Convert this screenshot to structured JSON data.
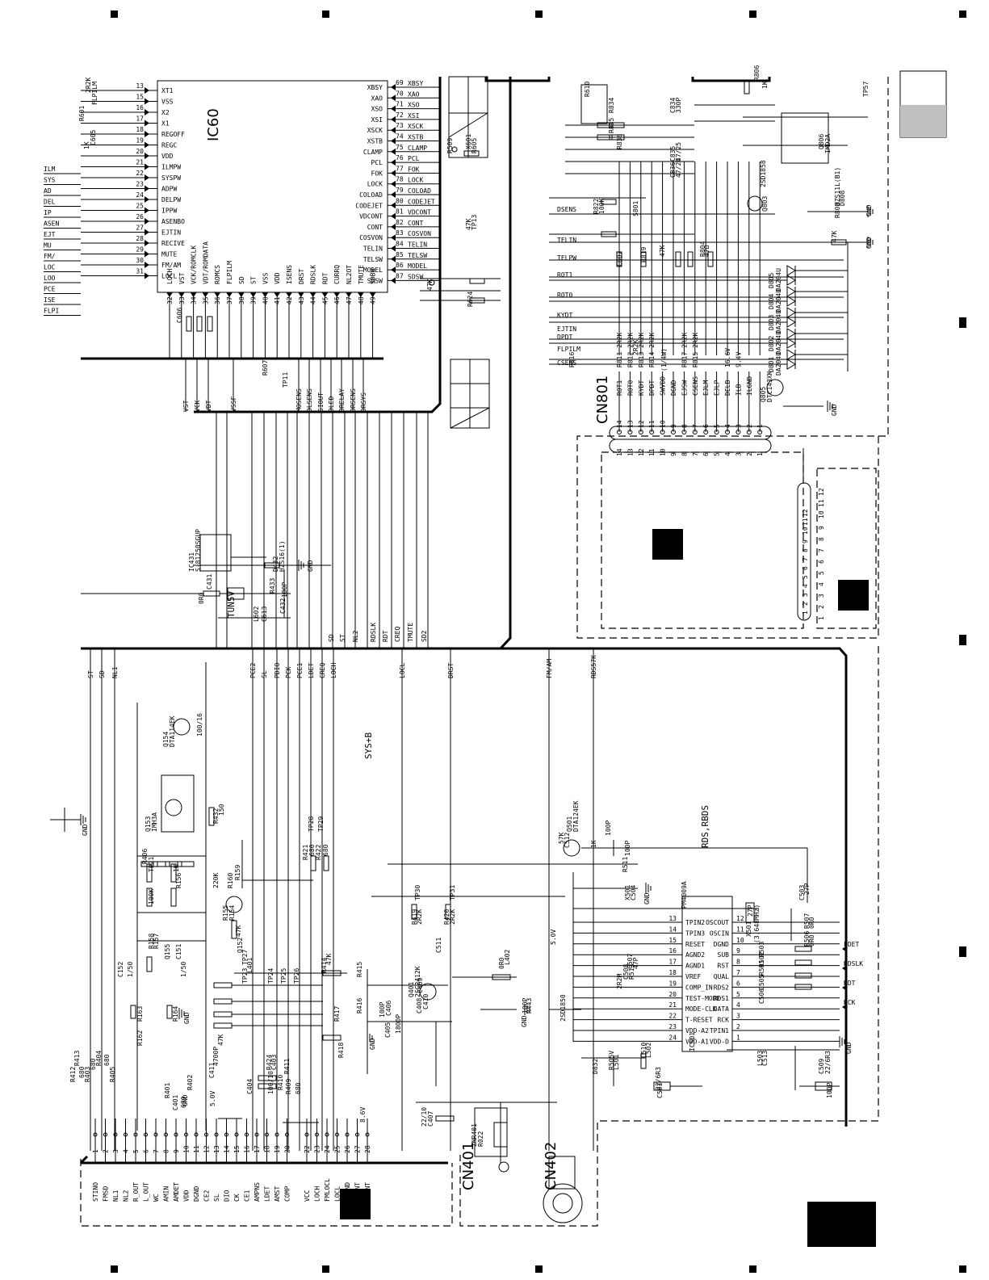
{
  "page": {
    "background": "#ffffff",
    "ink": "#000000",
    "section_tab_color": "#c0c0c0"
  },
  "labels": {
    "ic_main": "IC60",
    "cn801": "CN801",
    "cn401": "CN401",
    "cn402": "CN402",
    "sysb": "SYS+B",
    "rds": "RDS,RBDS",
    "ic501_part": "PM4009A",
    "ic501": "IC501",
    "ic431": "IC431",
    "ic431_part": "S-81250SGUP",
    "tun5v": "TUN5V",
    "q154": "Q154",
    "q154_part": "DTA114EK",
    "q153": "Q153",
    "q153_part": "IMH3A",
    "q501": "Q501",
    "q501_part": "DTA124EK",
    "q401": "Q401",
    "q401_part": "2SC2412K",
    "q805": "Q805",
    "q805_part": "DTC143XK",
    "sb801": "S801",
    "xtal": "X501",
    "xtal_freq": "(3.648MHz)"
  },
  "ic_right_pins": [
    {
      "num": "13",
      "name": "XT1"
    },
    {
      "num": "15",
      "name": "VSS"
    },
    {
      "num": "16",
      "name": "X2"
    },
    {
      "num": "17",
      "name": "X1"
    },
    {
      "num": "18",
      "name": "REGOFF"
    },
    {
      "num": "19",
      "name": "REGC"
    },
    {
      "num": "20",
      "name": "VDD"
    },
    {
      "num": "21",
      "name": "ILMPW"
    },
    {
      "num": "22",
      "name": "SYSPW"
    },
    {
      "num": "23",
      "name": "ADPW"
    },
    {
      "num": "24",
      "name": "DELPW"
    },
    {
      "num": "25",
      "name": "IPPW"
    },
    {
      "num": "26",
      "name": "ASENBO"
    },
    {
      "num": "27",
      "name": "EJTIN"
    },
    {
      "num": "28",
      "name": "RECIVE"
    },
    {
      "num": "29",
      "name": "MUTE"
    },
    {
      "num": "30",
      "name": "FM/AM"
    },
    {
      "num": "31",
      "name": "LOCL"
    }
  ],
  "ic_left_pins": [
    {
      "num": "69",
      "name": "XBSY"
    },
    {
      "num": "70",
      "name": "XAO"
    },
    {
      "num": "71",
      "name": "XSO"
    },
    {
      "num": "72",
      "name": "XSI"
    },
    {
      "num": "73",
      "name": "XSCK"
    },
    {
      "num": "74",
      "name": "XSTB"
    },
    {
      "num": "75",
      "name": "CLAMP"
    },
    {
      "num": "76",
      "name": "PCL"
    },
    {
      "num": "77",
      "name": "FOK"
    },
    {
      "num": "78",
      "name": "LOCK"
    },
    {
      "num": "79",
      "name": "COLOAD"
    },
    {
      "num": "80",
      "name": "CODEJET"
    },
    {
      "num": "81",
      "name": "VDCONT"
    },
    {
      "num": "82",
      "name": "CONT"
    },
    {
      "num": "83",
      "name": "COSVON"
    },
    {
      "num": "84",
      "name": "TELIN"
    },
    {
      "num": "85",
      "name": "TELSW"
    },
    {
      "num": "86",
      "name": "MODEL"
    },
    {
      "num": "87",
      "name": "SDSW"
    }
  ],
  "ic_bottom_pins": [
    {
      "num": "32",
      "name": "LOCH"
    },
    {
      "num": "33",
      "name": "VST"
    },
    {
      "num": "34",
      "name": "VCK/ROMCLK"
    },
    {
      "num": "35",
      "name": "VDT/ROMDATA"
    },
    {
      "num": "36",
      "name": "ROMCS"
    },
    {
      "num": "37",
      "name": "FLPILM"
    },
    {
      "num": "38",
      "name": "SD"
    },
    {
      "num": "39",
      "name": "ST"
    },
    {
      "num": "40",
      "name": "VSS"
    },
    {
      "num": "41",
      "name": "VDD"
    },
    {
      "num": "42",
      "name": "ISENS"
    },
    {
      "num": "43",
      "name": "DRST"
    },
    {
      "num": "44",
      "name": "RDSLK"
    },
    {
      "num": "45",
      "name": "RDT"
    },
    {
      "num": "46",
      "name": "CURRQ"
    },
    {
      "num": "47",
      "name": "NL2OT"
    },
    {
      "num": "48",
      "name": "TMUTE"
    },
    {
      "num": "49",
      "name": "SDBW"
    }
  ],
  "left_nets": [
    "ILM",
    "SYS",
    "AD",
    "DEL",
    "IP",
    "ASEN",
    "EJT",
    "MU",
    "FM/",
    "LOC",
    "LOO",
    "PCE",
    "ISE",
    "FLPI"
  ],
  "bus_nets_top": [
    "VST",
    "VCK",
    "VDT",
    "VSSF",
    "MOSENS",
    "DLSENS",
    "SIOUT",
    "DLED",
    "DRELAY",
    "DRSENS",
    "DRSYS"
  ],
  "bus_nets_mid": [
    "SD",
    "ST",
    "NL2",
    "RDSLK",
    "RDT",
    "CREQ",
    "TMUTE",
    "SD2"
  ],
  "bus_nets_low": [
    "ST",
    "SD",
    "NL1",
    "PCE2",
    "SL",
    "PDIO",
    "PCK",
    "PCE1",
    "LDET",
    "CREQ",
    "LOCH",
    "LOCL",
    "DRST",
    "FM/AM",
    "RDS57K"
  ],
  "cn801_pins": [
    {
      "num": "14",
      "name": "ROT1",
      "res": "R811 2R2K"
    },
    {
      "num": "13",
      "name": "ROT0",
      "res": "R812 2R2K"
    },
    {
      "num": "12",
      "name": "KYDT",
      "res": "R813 2R2K"
    },
    {
      "num": "11",
      "name": "DPDT",
      "res": "R814 2R2K"
    },
    {
      "num": "10",
      "name": "SWVDD",
      "res": ""
    },
    {
      "num": "9",
      "name": "DGND",
      "res": ""
    },
    {
      "num": "8",
      "name": "EJSW",
      "res": "R817 2R2K"
    },
    {
      "num": "7",
      "name": "CSENS",
      "res": "R815 2R2K"
    },
    {
      "num": "6",
      "name": "EJLM",
      "res": ""
    },
    {
      "num": "5",
      "name": "EJLP",
      "res": ""
    },
    {
      "num": "4",
      "name": "DELB",
      "res": "16.6V"
    },
    {
      "num": "3",
      "name": "ILB",
      "res": "9.4V"
    },
    {
      "num": "2",
      "name": "ILGND",
      "res": ""
    },
    {
      "num": "1",
      "name": "",
      "res": ""
    }
  ],
  "cn801_lower_pins": [
    "14",
    "13",
    "12",
    "11",
    "10",
    "9",
    "8",
    "7",
    "6",
    "5",
    "4",
    "3",
    "2",
    "1"
  ],
  "side_connector_left": [
    "12",
    "11",
    "10",
    "9",
    "8",
    "7",
    "6",
    "5",
    "4",
    "3",
    "2",
    "1"
  ],
  "side_connector_right": [
    "1",
    "2",
    "3",
    "4",
    "5",
    "6",
    "7",
    "8",
    "9",
    "10",
    "11",
    "12"
  ],
  "diodes": [
    {
      "ref": "D805",
      "part": "DA204U"
    },
    {
      "ref": "D804",
      "part": "DA204U"
    },
    {
      "ref": "D803",
      "part": "DA204U"
    },
    {
      "ref": "D802",
      "part": "DA204U"
    },
    {
      "ref": "D801",
      "part": "DA204U"
    }
  ],
  "cn401_pins": [
    {
      "num": "1",
      "name": "STINO"
    },
    {
      "num": "2",
      "name": "FMSD"
    },
    {
      "num": "3",
      "name": "NL1"
    },
    {
      "num": "4",
      "name": "NL2"
    },
    {
      "num": "5",
      "name": "R_OUT"
    },
    {
      "num": "6",
      "name": "L_OUT"
    },
    {
      "num": "7",
      "name": "WC"
    },
    {
      "num": "8",
      "name": "AMIN"
    },
    {
      "num": "9",
      "name": "AMDET"
    },
    {
      "num": "10",
      "name": "VDD"
    },
    {
      "num": "11",
      "name": "DGND"
    },
    {
      "num": "12",
      "name": "CE2"
    },
    {
      "num": "13",
      "name": "SL"
    },
    {
      "num": "14",
      "name": "DIO"
    },
    {
      "num": "15",
      "name": "CK"
    },
    {
      "num": "16",
      "name": "CE1"
    },
    {
      "num": "17",
      "name": "AMPNS"
    },
    {
      "num": "18",
      "name": "LDET"
    },
    {
      "num": "19",
      "name": "AMST"
    },
    {
      "num": "20",
      "name": "COMP"
    },
    {
      "num": "22",
      "name": "VCC"
    },
    {
      "num": "23",
      "name": "LOCH"
    },
    {
      "num": "24",
      "name": "FMLOCL"
    },
    {
      "num": "25",
      "name": "LOCL"
    },
    {
      "num": "26",
      "name": "RFGND"
    },
    {
      "num": "27",
      "name": "FMANT"
    },
    {
      "num": "28",
      "name": "AMANT"
    }
  ],
  "ic501_left_pins": [
    {
      "num": "13",
      "name": "TPIN2"
    },
    {
      "num": "14",
      "name": "TPIN3"
    },
    {
      "num": "15",
      "name": "RESET"
    },
    {
      "num": "16",
      "name": "AGND2"
    },
    {
      "num": "17",
      "name": "AGND1"
    },
    {
      "num": "18",
      "name": "VREF"
    },
    {
      "num": "19",
      "name": "COMP_IN"
    },
    {
      "num": "20",
      "name": "TEST-MODE"
    },
    {
      "num": "21",
      "name": "MODE-CLK"
    },
    {
      "num": "22",
      "name": "T-RESET"
    },
    {
      "num": "23",
      "name": "VDD-A2"
    },
    {
      "num": "24",
      "name": "VDD-A1"
    }
  ],
  "ic501_right_pins": [
    {
      "num": "12",
      "name": "OSCOUT"
    },
    {
      "num": "11",
      "name": "OSCIN"
    },
    {
      "num": "10",
      "name": "DGND"
    },
    {
      "num": "9",
      "name": "SUB"
    },
    {
      "num": "8",
      "name": "RST"
    },
    {
      "num": "7",
      "name": "QUAL"
    },
    {
      "num": "6",
      "name": "RDS2"
    },
    {
      "num": "5",
      "name": "RDS1"
    },
    {
      "num": "4",
      "name": "DATA"
    },
    {
      "num": "3",
      "name": "RCK"
    },
    {
      "num": "2",
      "name": "TPIN1"
    },
    {
      "num": "1",
      "name": "VDD-D"
    }
  ],
  "rds_nets": [
    "LDET",
    "RDSLK",
    "RDT",
    "RCK"
  ],
  "voltages": {
    "v1": "5.0V",
    "v2": "8.6V",
    "v3": "5.0V"
  },
  "gnd": "GND",
  "parts_misc": [
    "R806",
    "1K",
    "TP57",
    "Q806",
    "IMD2A",
    "C834",
    "330P",
    "R834",
    "R835",
    "R836",
    "C835",
    "47/25",
    "C836",
    "47/25",
    "2SD1858",
    "Q803",
    "HZS11L(B1)",
    "D808",
    "R808",
    "47K",
    "R822",
    "100K",
    "C807",
    "R819",
    "47K",
    "R804",
    "47Ω",
    "(1/4W)",
    "R816",
    "2R2K",
    "FLPILM",
    "R601",
    "1K",
    "C605",
    "C606",
    "X601",
    "R605",
    "R509",
    "47K",
    "TP13",
    "R624",
    "47K",
    "R607",
    "TP11",
    "L602",
    "C613",
    "C432",
    "100P",
    "D432",
    "HZS16(1)",
    "R433",
    "0R0",
    "C431",
    "100/16",
    "R432",
    "150",
    "TP21",
    "R406",
    "1K",
    "R156",
    "100K",
    "R158",
    "R157",
    "R155",
    "R154",
    "220K",
    "R159",
    "R160",
    "47K",
    "Q152",
    "Q155",
    "C152",
    "1/50",
    "C151",
    "1/50",
    "R163",
    "R164",
    "R162",
    "R420",
    "2R2K",
    "R419",
    "2R2K",
    "TP30",
    "TP31",
    "R421",
    "680",
    "R422",
    "680",
    "TP28",
    "TP29",
    "TP23",
    "TP24",
    "TP25",
    "TP26",
    "TP27",
    "L401",
    "R414",
    "47K",
    "R415",
    "R416",
    "R417",
    "R418",
    "47K",
    "C411",
    "4700P",
    "R424",
    "C403",
    "C404",
    "100/10",
    "R409",
    "680",
    "R410",
    "R411",
    "R412",
    "R413",
    "680",
    "R403",
    "680",
    "R404",
    "680",
    "R405",
    "680",
    "R401",
    "R402",
    "C401",
    "1800P",
    "C405",
    "100P",
    "C406",
    "22/10",
    "C407",
    "C408",
    "C409",
    "C410",
    "100P",
    "R443",
    "0R0",
    "L402",
    "ZNR401",
    "R022",
    "C511",
    "100P",
    "R511",
    "1K",
    "57K",
    "C512",
    "100P",
    "X501",
    "C504",
    "27P",
    "C503",
    "27P",
    "R507",
    "0R0",
    "R506",
    "0R0",
    "R503",
    "R502",
    "R501",
    "C505",
    "C506",
    "C507",
    "47P",
    "C508",
    "R513",
    "2R2M",
    "C510",
    "L502",
    "C501",
    "22/6R3",
    "L503",
    "C513",
    "100P",
    "C509",
    "22/6R3",
    "R505V",
    "L501",
    "D832",
    "2SD1850",
    "R610",
    "2R2K"
  ]
}
